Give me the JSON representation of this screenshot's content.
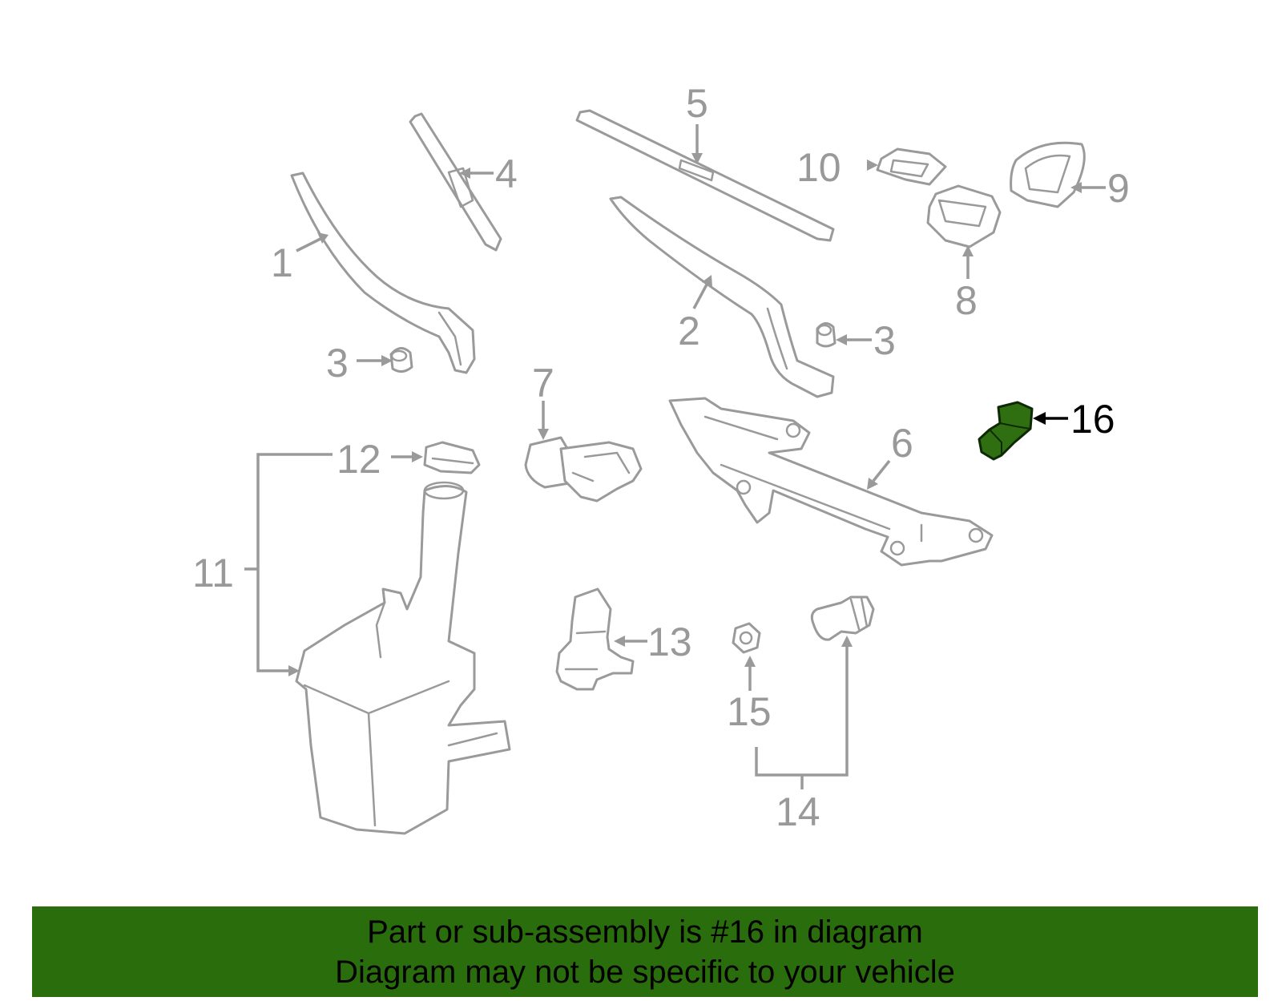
{
  "diagram": {
    "callouts": {
      "c1": "1",
      "c2": "2",
      "c3a": "3",
      "c3b": "3",
      "c4": "4",
      "c5": "5",
      "c6": "6",
      "c7": "7",
      "c8": "8",
      "c9": "9",
      "c10": "10",
      "c11": "11",
      "c12": "12",
      "c13": "13",
      "c14": "14",
      "c15": "15",
      "c16": "16"
    },
    "highlighted_part": "16",
    "colors": {
      "highlight": "#2f6f12",
      "parts": "#9a9a9a",
      "banner": "#2a6d0c"
    }
  },
  "banner": {
    "line1": "Part or sub-assembly is #16 in diagram",
    "line2": "Diagram may not be specific to your vehicle"
  }
}
